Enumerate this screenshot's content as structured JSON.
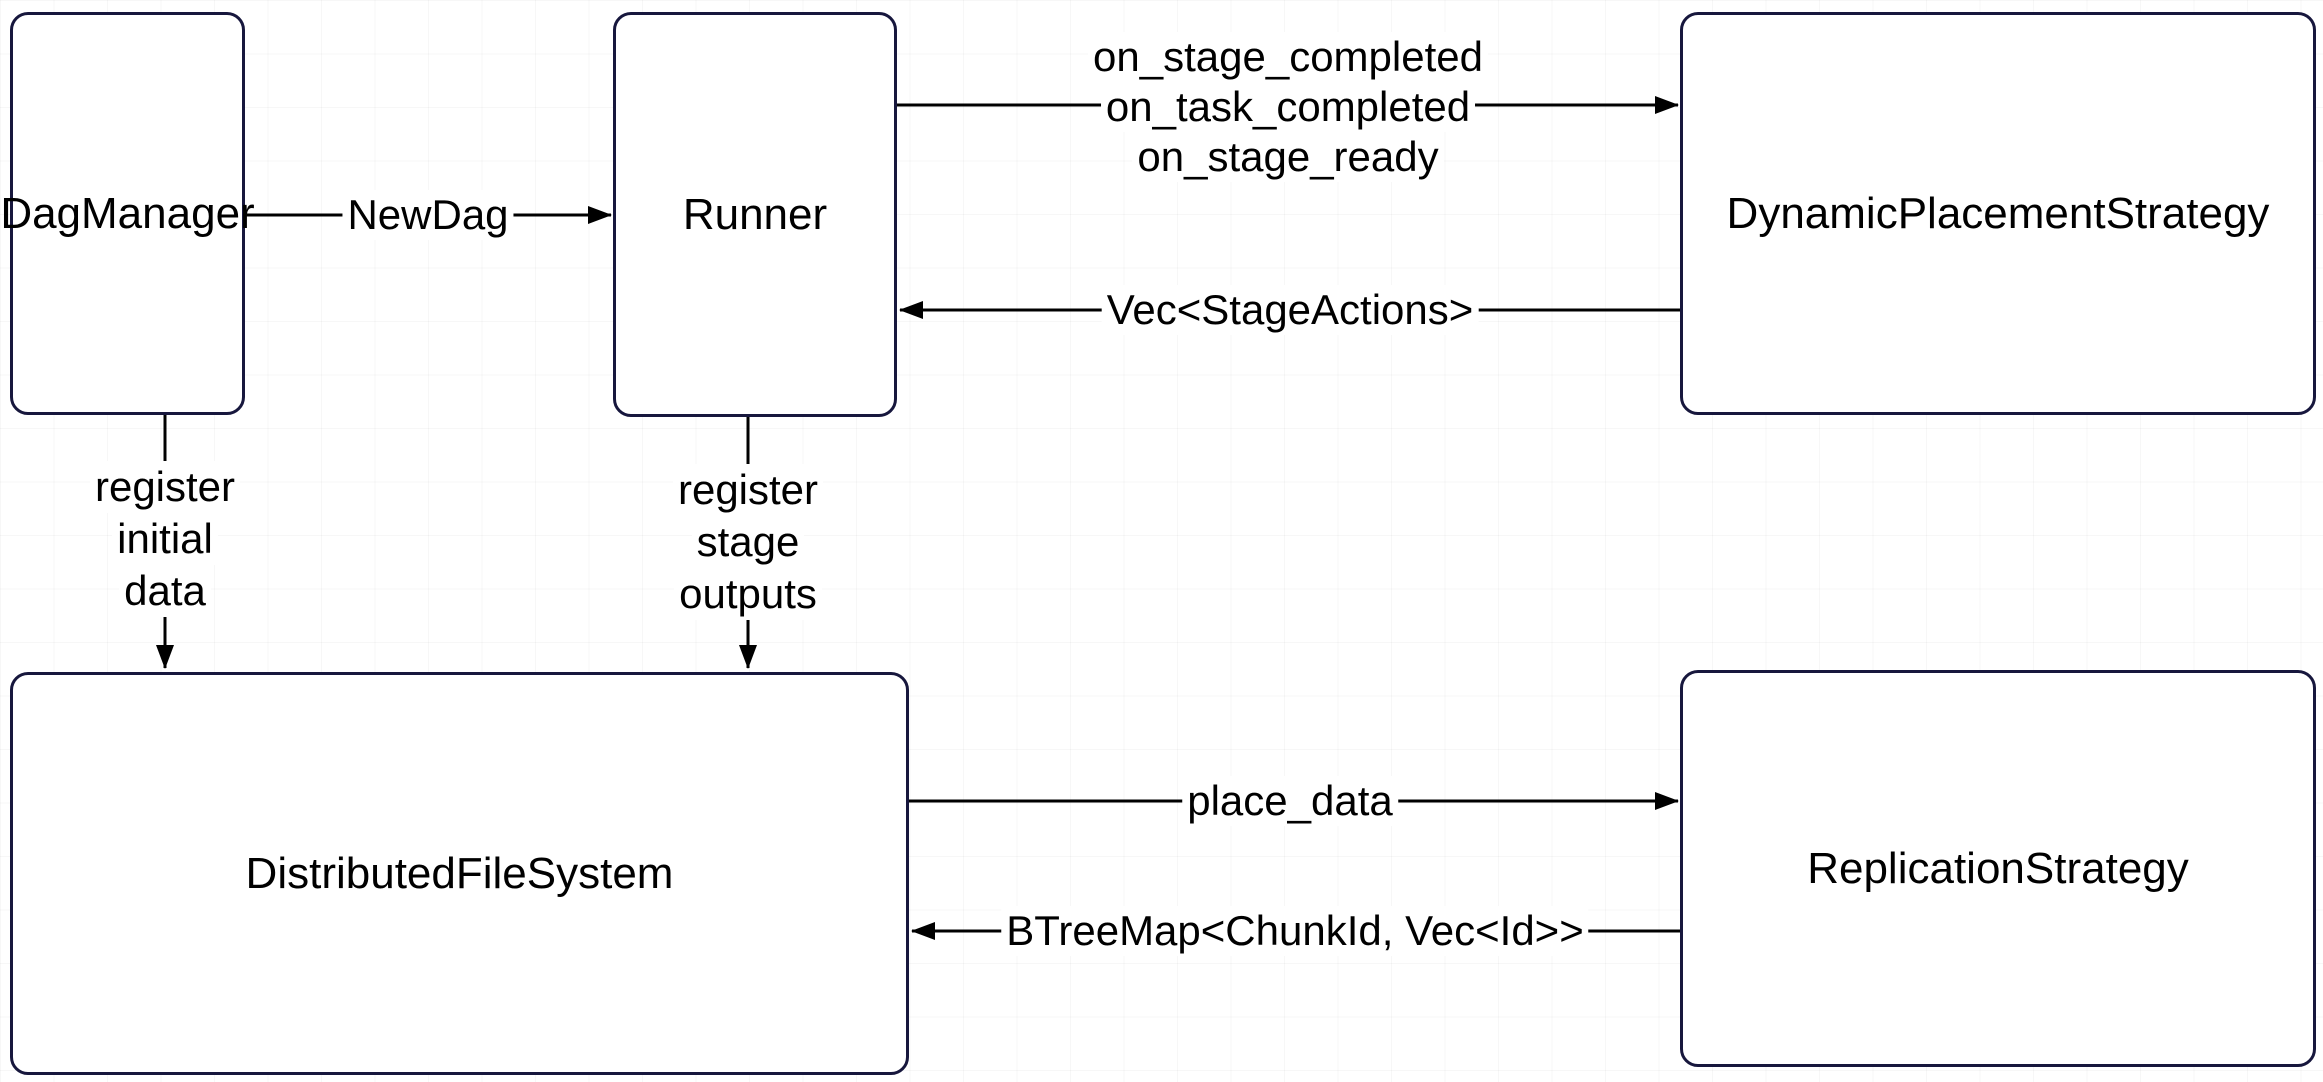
{
  "diagram": {
    "nodes": {
      "dag_manager": {
        "label": "DagManager"
      },
      "runner": {
        "label": "Runner"
      },
      "dynamic_placement": {
        "label": "DynamicPlacementStrategy"
      },
      "distributed_filesystem": {
        "label": "DistributedFileSystem"
      },
      "replication_strategy": {
        "label": "ReplicationStrategy"
      }
    },
    "edges": {
      "dag_to_runner": {
        "from": "DagManager",
        "to": "Runner",
        "label": "NewDag"
      },
      "runner_to_dynamic_placement": {
        "from": "Runner",
        "to": "DynamicPlacementStrategy",
        "label_lines": [
          "on_stage_completed",
          "on_task_completed",
          "on_stage_ready"
        ]
      },
      "dynamic_placement_to_runner": {
        "from": "DynamicPlacementStrategy",
        "to": "Runner",
        "label": "Vec<StageActions>"
      },
      "dag_to_filesystem": {
        "from": "DagManager",
        "to": "DistributedFileSystem",
        "label_lines": [
          "register",
          "initial",
          "data"
        ]
      },
      "runner_to_filesystem": {
        "from": "Runner",
        "to": "DistributedFileSystem",
        "label_lines": [
          "register",
          "stage",
          "outputs"
        ]
      },
      "filesystem_to_replication": {
        "from": "DistributedFileSystem",
        "to": "ReplicationStrategy",
        "label": "place_data"
      },
      "replication_to_filesystem": {
        "from": "ReplicationStrategy",
        "to": "DistributedFileSystem",
        "label": "BTreeMap<ChunkId, Vec<Id>>"
      }
    },
    "colors": {
      "node_border": "#17173d",
      "node_fill": "#ffffff",
      "edge_line": "#000000",
      "text": "#000000",
      "background": "#ffffff"
    }
  }
}
